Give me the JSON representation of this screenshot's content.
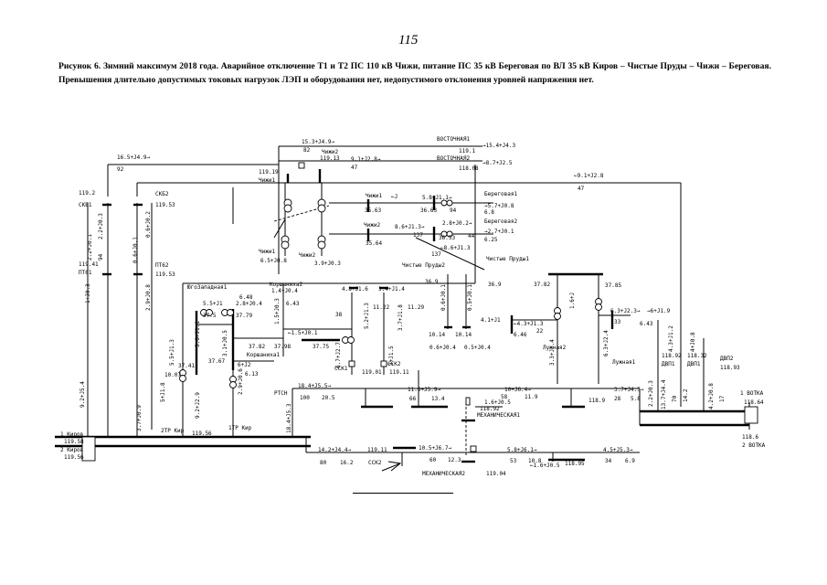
{
  "page_number": "115",
  "caption": "Рисунок 6. Зимний максимум 2018 года. Аварийное отключение  Т1 и Т2 ПС 110 кВ Чижи, питание ПС 35 кВ Береговая  по ВЛ 35 кВ Киров – Чистые Пруды – Чижи – Береговая. Превышения длительно допустимых токовых нагрузок ЛЭП и оборудования нет, недопустимого отклонения уровней напряжения нет.",
  "labels": [
    {
      "id": "l1",
      "t": "15.3+J4.9→"
    },
    {
      "id": "l2",
      "t": "ВОСТОЧНАЯ1"
    },
    {
      "id": "l3",
      "t": "→15.4+J4.3"
    },
    {
      "id": "l4",
      "t": "82"
    },
    {
      "id": "l5",
      "t": "119.1"
    },
    {
      "id": "l6",
      "t": "Чижи2"
    },
    {
      "id": "l7",
      "t": "119.13"
    },
    {
      "id": "l8",
      "t": "9.1+J2.8→"
    },
    {
      "id": "l9",
      "t": "ВОСТОЧНАЯ2"
    },
    {
      "id": "l10",
      "t": "→8.7+J2.5"
    },
    {
      "id": "l11",
      "t": "47"
    },
    {
      "id": "l12",
      "t": "118.08"
    },
    {
      "id": "l13",
      "t": "16.5+J4.9→"
    },
    {
      "id": "l14",
      "t": "92"
    },
    {
      "id": "l15",
      "t": "119.19"
    },
    {
      "id": "l16",
      "t": "Чижи1"
    },
    {
      "id": "l17",
      "t": "←9.1+J2.8"
    },
    {
      "id": "l18",
      "t": "47"
    },
    {
      "id": "l19",
      "t": "119.2"
    },
    {
      "id": "l20",
      "t": "СКБ1"
    },
    {
      "id": "l21",
      "t": "СКБ2"
    },
    {
      "id": "l22",
      "t": "119.53"
    },
    {
      "id": "l23",
      "t": "Чижи1"
    },
    {
      "id": "l24",
      "t": "←J"
    },
    {
      "id": "l25",
      "t": "5.8+J1.1→"
    },
    {
      "id": "l26",
      "t": "Береговая1"
    },
    {
      "id": "l27",
      "t": "→5.7+J0.8"
    },
    {
      "id": "l28",
      "t": "35.63"
    },
    {
      "id": "l29",
      "t": "36.63"
    },
    {
      "id": "l30",
      "t": "94"
    },
    {
      "id": "l31",
      "t": "6.8"
    },
    {
      "id": "l32",
      "t": "Чижи2"
    },
    {
      "id": "l33",
      "t": "8.6+J1.3→"
    },
    {
      "id": "l34",
      "t": "2.8+J0.2→"
    },
    {
      "id": "l35",
      "t": "Береговая2"
    },
    {
      "id": "l36",
      "t": "→2.7+J0.1"
    },
    {
      "id": "l37",
      "t": "137"
    },
    {
      "id": "l38",
      "t": "36.53"
    },
    {
      "id": "l39",
      "t": "44"
    },
    {
      "id": "l40",
      "t": "6.25"
    },
    {
      "id": "l41",
      "t": "35.64"
    },
    {
      "id": "l42",
      "t": "←8.6+J1.3"
    },
    {
      "id": "l43",
      "t": "137"
    },
    {
      "id": "l44",
      "t": "Чижи1"
    },
    {
      "id": "l45",
      "t": "6.5+J0.8"
    },
    {
      "id": "l46",
      "t": "Чижи2"
    },
    {
      "id": "l47",
      "t": "3.9+J0.3"
    },
    {
      "id": "l48",
      "t": "Чистые Пруды1"
    },
    {
      "id": "l49",
      "t": "Чистые Пруды2"
    },
    {
      "id": "l50",
      "t": "119.41"
    },
    {
      "id": "l51",
      "t": "ПТ61"
    },
    {
      "id": "l52",
      "t": "ПТ62"
    },
    {
      "id": "l53",
      "t": "119.53"
    },
    {
      "id": "l54",
      "t": "ЮгоЗападная1"
    },
    {
      "id": "l55",
      "t": "Коршаниха2"
    },
    {
      "id": "l56",
      "t": "1.4+J0.4"
    },
    {
      "id": "l57",
      "t": "6.48"
    },
    {
      "id": "l58",
      "t": "6.43"
    },
    {
      "id": "l59",
      "t": "5.5+J1"
    },
    {
      "id": "l60",
      "t": "2.8+J0.4"
    },
    {
      "id": "l61",
      "t": "37.5"
    },
    {
      "id": "l62",
      "t": "37.79"
    },
    {
      "id": "l63",
      "t": "4.8+J1.6"
    },
    {
      "id": "l64",
      "t": "3.4+J1.4"
    },
    {
      "id": "l65",
      "t": "11.22"
    },
    {
      "id": "l66",
      "t": "11.29"
    },
    {
      "id": "l67",
      "t": "36.9"
    },
    {
      "id": "l68",
      "t": "36.9"
    },
    {
      "id": "l69",
      "t": "37.82"
    },
    {
      "id": "l70",
      "t": "37.85"
    },
    {
      "id": "l71",
      "t": "←1.5+J0.1"
    },
    {
      "id": "l72",
      "t": "38"
    },
    {
      "id": "l73",
      "t": "37.82"
    },
    {
      "id": "l74",
      "t": "37.98"
    },
    {
      "id": "l75",
      "t": "37.75"
    },
    {
      "id": "l76",
      "t": "Коршаниха1"
    },
    {
      "id": "l77",
      "t": "10.14"
    },
    {
      "id": "l78",
      "t": "10.14"
    },
    {
      "id": "l79",
      "t": "0.6+J0.4"
    },
    {
      "id": "l80",
      "t": "0.5+J0.4"
    },
    {
      "id": "l81",
      "t": "4.1+J1"
    },
    {
      "id": "l82",
      "t": "←4.3+J1.3"
    },
    {
      "id": "l83",
      "t": "22"
    },
    {
      "id": "l84",
      "t": "6.46"
    },
    {
      "id": "l85",
      "t": "6.3+J2.3→"
    },
    {
      "id": "l86",
      "t": "→6+J1.9"
    },
    {
      "id": "l87",
      "t": "33"
    },
    {
      "id": "l88",
      "t": "6.43"
    },
    {
      "id": "l89",
      "t": "37.41"
    },
    {
      "id": "l90",
      "t": "37.67"
    },
    {
      "id": "l91",
      "t": "6+J2"
    },
    {
      "id": "l92",
      "t": "6.13"
    },
    {
      "id": "l93",
      "t": "10.07"
    },
    {
      "id": "l94",
      "t": "ССК1"
    },
    {
      "id": "l95",
      "t": "119.01"
    },
    {
      "id": "l96",
      "t": "ССК2"
    },
    {
      "id": "l97",
      "t": "119.11"
    },
    {
      "id": "l98",
      "t": "Лужная2"
    },
    {
      "id": "l99",
      "t": "Лужная1"
    },
    {
      "id": "l100",
      "t": "118.92"
    },
    {
      "id": "l101",
      "t": "ДВП1"
    },
    {
      "id": "l102",
      "t": "ДВП2"
    },
    {
      "id": "l103",
      "t": "118.93"
    },
    {
      "id": "l104",
      "t": "18.4+J5.5→"
    },
    {
      "id": "l105",
      "t": "РТСН"
    },
    {
      "id": "l106",
      "t": "100"
    },
    {
      "id": "l107",
      "t": "20.5"
    },
    {
      "id": "l108",
      "t": "11.6+J5.9→"
    },
    {
      "id": "l109",
      "t": "66"
    },
    {
      "id": "l110",
      "t": "13.4"
    },
    {
      "id": "l111",
      "t": "10+J6.4→"
    },
    {
      "id": "l112",
      "t": "58"
    },
    {
      "id": "l113",
      "t": "11.9"
    },
    {
      "id": "l114",
      "t": "3.7+J4.5→"
    },
    {
      "id": "l115",
      "t": "118.9"
    },
    {
      "id": "l116",
      "t": "28"
    },
    {
      "id": "l117",
      "t": "5.8"
    },
    {
      "id": "l118",
      "t": "1 ВОТКА"
    },
    {
      "id": "l119",
      "t": "118.64"
    },
    {
      "id": "l120",
      "t": "1.6+J0.5"
    },
    {
      "id": "l121",
      "t": "118.92"
    },
    {
      "id": "l122",
      "t": "МЕХАНИЧЕСКАЯ1"
    },
    {
      "id": "l123",
      "t": "1 Киров"
    },
    {
      "id": "l124",
      "t": "119.58"
    },
    {
      "id": "l125",
      "t": "2 Киров"
    },
    {
      "id": "l126",
      "t": "119.56"
    },
    {
      "id": "l127",
      "t": "2ТР Кир"
    },
    {
      "id": "l128",
      "t": "119.56"
    },
    {
      "id": "l129",
      "t": "1ТР Кир"
    },
    {
      "id": "l130",
      "t": "14.2+J4.4→"
    },
    {
      "id": "l131",
      "t": "119.11"
    },
    {
      "id": "l132",
      "t": "80"
    },
    {
      "id": "l133",
      "t": "16.2"
    },
    {
      "id": "l134",
      "t": "ССК2"
    },
    {
      "id": "l135",
      "t": "10.5+J6.7→"
    },
    {
      "id": "l136",
      "t": "60"
    },
    {
      "id": "l137",
      "t": "12.3"
    },
    {
      "id": "l138",
      "t": "5.8+J6.1→"
    },
    {
      "id": "l139",
      "t": "53"
    },
    {
      "id": "l140",
      "t": "10.8"
    },
    {
      "id": "l141",
      "t": "118.95"
    },
    {
      "id": "l142",
      "t": "4.5+J5.3→"
    },
    {
      "id": "l143",
      "t": "34"
    },
    {
      "id": "l144",
      "t": "6.9"
    },
    {
      "id": "l145",
      "t": "←1.6+J0.5"
    },
    {
      "id": "l146",
      "t": "МЕХАНИЧЕСКАЯ2"
    },
    {
      "id": "l147",
      "t": "119.04"
    },
    {
      "id": "l148",
      "t": "118.6"
    },
    {
      "id": "l149",
      "t": "2 ВОТКА"
    },
    {
      "id": "l150",
      "t": "118.32"
    },
    {
      "id": "l151",
      "t": "ДВП1"
    },
    {
      "id": "l152",
      "t": "4.3+J1.2"
    },
    {
      "id": "l153",
      "t": "4+J0.8"
    },
    {
      "id": "l154",
      "t": "13.7+J4.4"
    },
    {
      "id": "l155",
      "t": "70"
    },
    {
      "id": "l156",
      "t": "14.2"
    },
    {
      "id": "l157",
      "t": "4.2+J0.8"
    },
    {
      "id": "l158",
      "t": "17"
    },
    {
      "id": "v1",
      "t": "2.2+J0.3"
    },
    {
      "id": "v2",
      "t": "0.6+J0.2"
    },
    {
      "id": "v3",
      "t": "2.2+J0.1"
    },
    {
      "id": "v4",
      "t": "94"
    },
    {
      "id": "v5",
      "t": "1+J0.3"
    },
    {
      "id": "v6",
      "t": "0.6+J0.1"
    },
    {
      "id": "v7",
      "t": "2.9+J0.8"
    },
    {
      "id": "v8",
      "t": "5.6+J1.1"
    },
    {
      "id": "v9",
      "t": "3.1+J0.5"
    },
    {
      "id": "v10",
      "t": "5.5+J1.3"
    },
    {
      "id": "v11",
      "t": "5+J1.8"
    },
    {
      "id": "v12",
      "t": "2.9+J0.6"
    },
    {
      "id": "v13",
      "t": "9.2+J2.9"
    },
    {
      "id": "v14",
      "t": "1.5+J0.3"
    },
    {
      "id": "v15",
      "t": "5.2+J1.3"
    },
    {
      "id": "v16",
      "t": "3.7+J1.8"
    },
    {
      "id": "v17",
      "t": "3+J1.5"
    },
    {
      "id": "v18",
      "t": "0.6+J0.1"
    },
    {
      "id": "v19",
      "t": "0.5+J0.1"
    },
    {
      "id": "v20",
      "t": "3.3+J1.4"
    },
    {
      "id": "v21",
      "t": "6.3+J2.4"
    },
    {
      "id": "v22",
      "t": "1.6+J"
    },
    {
      "id": "v23",
      "t": "9.2+J5.4"
    },
    {
      "id": "v24",
      "t": "3.7+J0.9"
    },
    {
      "id": "v25",
      "t": "18.4+J5.3"
    },
    {
      "id": "v26",
      "t": "6.7+J2.7"
    },
    {
      "id": "v27",
      "t": "2.2+J0.3"
    }
  ]
}
